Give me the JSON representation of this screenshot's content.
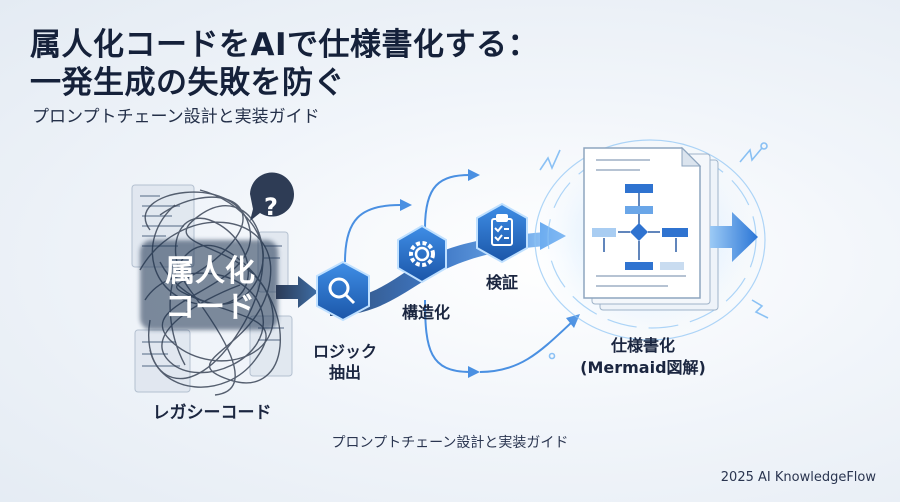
{
  "header": {
    "title_line1": "属人化コードをAIで仕様書化する：",
    "title_line2": "一発生成の失敗を防ぐ",
    "subtitle": "プロンプトチェーン設計と実装ガイド"
  },
  "diagram": {
    "legacy_main_line1": "属人化",
    "legacy_main_line2": "コード",
    "legacy_label": "レガシーコード",
    "question_mark": "?",
    "step_extract_line1": "ロジック",
    "step_extract_line2": "抽出",
    "step_structure": "構造化",
    "step_verify": "検証",
    "output_line1": "仕様書化",
    "output_line2": "(Mermaid図解)"
  },
  "caption": "プロンプトチェーン設計と実装ガイド",
  "footer": "2025 AI KnowledgeFlow",
  "colors": {
    "accent": "#2f7bd6",
    "accent_dark": "#1c4f9c",
    "hex_fill": "#2a6fc9",
    "title": "#15213a"
  }
}
